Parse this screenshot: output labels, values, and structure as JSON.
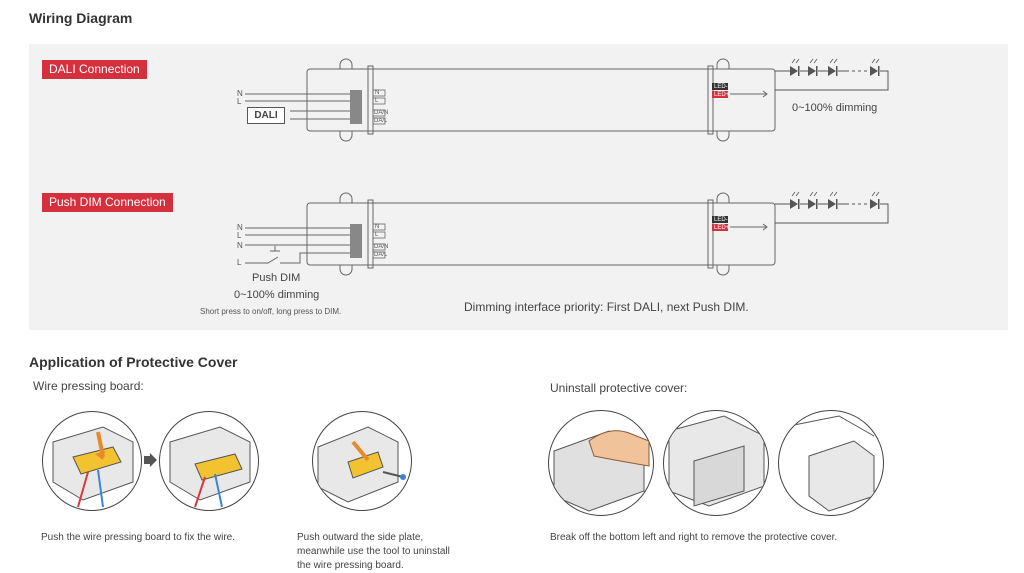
{
  "wiring": {
    "heading": "Wiring Diagram",
    "dali": {
      "badge": "DALI Connection",
      "n": "N",
      "l": "L",
      "dali_box": "DALI",
      "term_n": "N",
      "term_l": "L",
      "term_da1": "DA/N",
      "term_da2": "DA/L",
      "out_minus": "LED-",
      "out_plus": "LED+",
      "dimming": "0~100% dimming"
    },
    "push": {
      "badge": "Push DIM Connection",
      "n1": "N",
      "l1": "L",
      "n2": "N",
      "l2": "L",
      "term_n": "N",
      "term_l": "L",
      "term_da1": "DA/N",
      "term_da2": "DA/L",
      "out_minus": "LED-",
      "out_plus": "LED+",
      "push_dim": "Push DIM",
      "dimming": "0~100% dimming",
      "note": "Short press to on/off, long press to DIM."
    },
    "priority": "Dimming interface priority: First DALI, next Push DIM."
  },
  "cover": {
    "heading": "Application of Protective Cover",
    "wire_label": "Wire pressing board:",
    "uninstall_label": "Uninstall protective cover:",
    "caption1": "Push the wire pressing board to fix the wire.",
    "caption2_line1": "Push outward the side plate,",
    "caption2_line2": "meanwhile use the tool to uninstall",
    "caption2_line3": "the wire pressing board.",
    "caption3": "Break off the bottom left and right to remove the protective cover."
  },
  "colors": {
    "accent": "#d5303e",
    "panel": "#f2f2f2",
    "wire": "#555555",
    "yellow": "#f2c230",
    "orange": "#e8892a",
    "red": "#d63a3a",
    "blue": "#3a86d6"
  }
}
